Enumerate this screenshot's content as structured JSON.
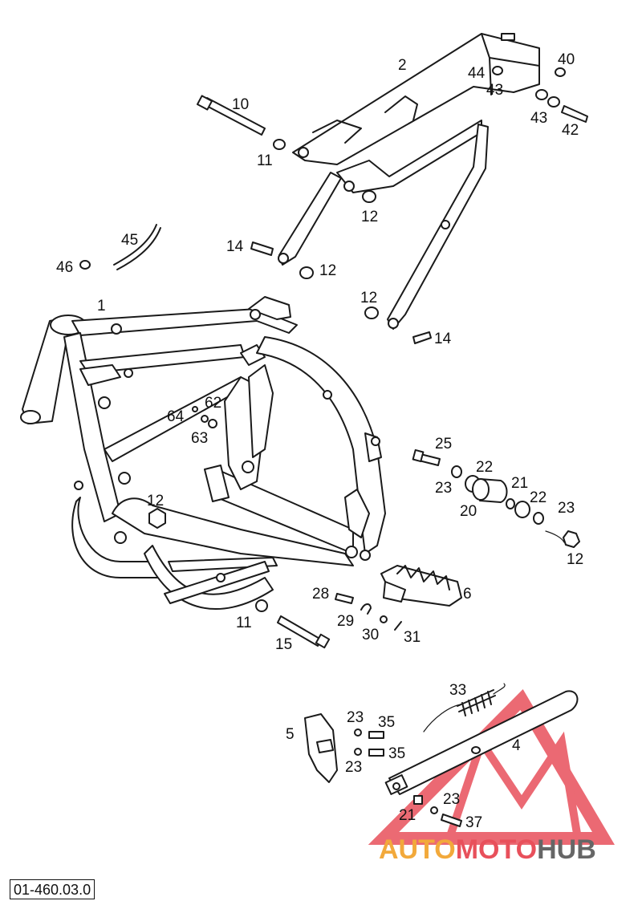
{
  "diagram": {
    "reference_code": "01-460.03.0",
    "watermark": {
      "part1": "AUTO",
      "part2": "MOTO",
      "part3": "HUB",
      "colors": {
        "auto": "#f2a93b",
        "moto": "#e8505b",
        "hub": "#666666",
        "triangle": "#e8505b"
      }
    },
    "labels": [
      {
        "id": "l1",
        "text": "1"
      },
      {
        "id": "l2",
        "text": "2"
      },
      {
        "id": "l40",
        "text": "40"
      },
      {
        "id": "l44",
        "text": "44"
      },
      {
        "id": "l43a",
        "text": "43"
      },
      {
        "id": "l43b",
        "text": "43"
      },
      {
        "id": "l42",
        "text": "42"
      },
      {
        "id": "l10",
        "text": "10"
      },
      {
        "id": "l11a",
        "text": "11"
      },
      {
        "id": "l12a",
        "text": "12"
      },
      {
        "id": "l45",
        "text": "45"
      },
      {
        "id": "l46",
        "text": "46"
      },
      {
        "id": "l14a",
        "text": "14"
      },
      {
        "id": "l12b",
        "text": "12"
      },
      {
        "id": "l12c",
        "text": "12"
      },
      {
        "id": "l14b",
        "text": "14"
      },
      {
        "id": "l62",
        "text": "62"
      },
      {
        "id": "l64",
        "text": "64"
      },
      {
        "id": "l63",
        "text": "63"
      },
      {
        "id": "l25",
        "text": "25"
      },
      {
        "id": "l22a",
        "text": "22"
      },
      {
        "id": "l23a",
        "text": "23"
      },
      {
        "id": "l21a",
        "text": "21"
      },
      {
        "id": "l22b",
        "text": "22"
      },
      {
        "id": "l23b",
        "text": "23"
      },
      {
        "id": "l20",
        "text": "20"
      },
      {
        "id": "l12d",
        "text": "12"
      },
      {
        "id": "l12e",
        "text": "12"
      },
      {
        "id": "l28",
        "text": "28"
      },
      {
        "id": "l6",
        "text": "6"
      },
      {
        "id": "l11b",
        "text": "11"
      },
      {
        "id": "l29",
        "text": "29"
      },
      {
        "id": "l30",
        "text": "30"
      },
      {
        "id": "l31",
        "text": "31"
      },
      {
        "id": "l15",
        "text": "15"
      },
      {
        "id": "l33",
        "text": "33"
      },
      {
        "id": "l23c",
        "text": "23"
      },
      {
        "id": "l35a",
        "text": "35"
      },
      {
        "id": "l5",
        "text": "5"
      },
      {
        "id": "l35b",
        "text": "35"
      },
      {
        "id": "l23d",
        "text": "23"
      },
      {
        "id": "l4",
        "text": "4"
      },
      {
        "id": "l23e",
        "text": "23"
      },
      {
        "id": "l21b",
        "text": "21"
      },
      {
        "id": "l37",
        "text": "37"
      }
    ]
  }
}
